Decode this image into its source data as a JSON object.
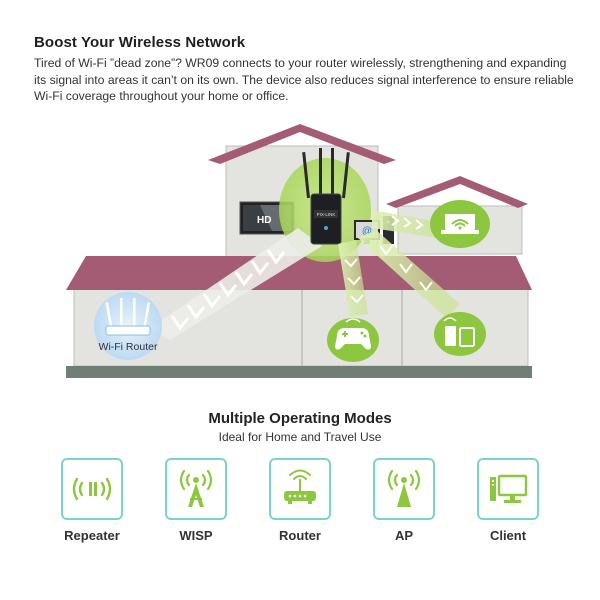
{
  "intro": {
    "title": "Boost Your Wireless Network",
    "body": "Tired of Wi-Fi ”dead zone”? WR09 connects to your router wirelessly, strengthening and expanding its signal into areas it can’t on its own. The device also reduces signal interference to ensure reliable Wi-Fi coverage throughout your home or office."
  },
  "scene": {
    "router_label": "Wi-Fi Router",
    "tv_label": "HD",
    "computer_label": "@",
    "device_brand": "PIX-LINK",
    "colors": {
      "roof": "#a35c74",
      "wall": "#e3e3e0",
      "wall_stroke": "#bdbdbb",
      "floor": "#6f7f76",
      "accent_green": "#8dc63f",
      "router_blue": "#7fb7e6",
      "signal_white": "#ffffff"
    }
  },
  "modes": {
    "title": "Multiple Operating Modes",
    "subtitle": "Ideal for Home and Travel Use",
    "accent": "#8dc63f",
    "border": "#79d3d3",
    "items": [
      {
        "label": "Repeater",
        "icon": "repeater-icon"
      },
      {
        "label": "WISP",
        "icon": "wisp-tower-icon"
      },
      {
        "label": "Router",
        "icon": "router-icon"
      },
      {
        "label": "AP",
        "icon": "ap-tower-icon"
      },
      {
        "label": "Client",
        "icon": "client-monitor-icon"
      }
    ]
  }
}
